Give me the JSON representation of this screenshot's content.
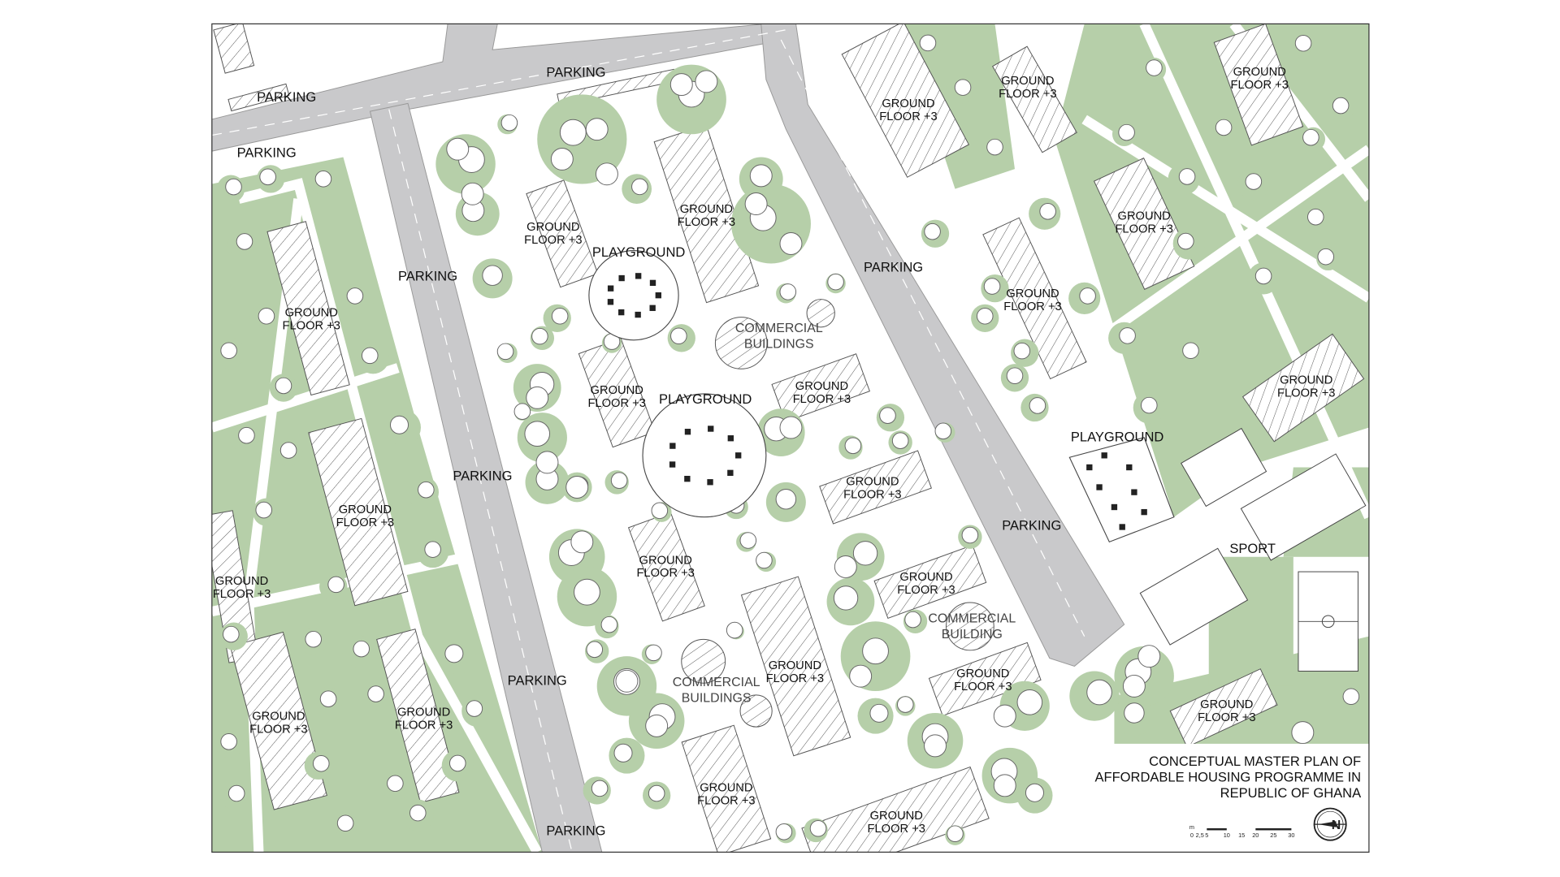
{
  "title": {
    "lines": [
      "CONCEPTUAL MASTER PLAN OF",
      "AFFORDABLE HOUSING PROGRAMME IN",
      "REPUBLIC OF GHANA"
    ]
  },
  "scale_bar": {
    "unit": "m",
    "ticks": [
      "0",
      "2,5",
      "5",
      "10",
      "15",
      "20",
      "25",
      "30"
    ]
  },
  "north_arrow": {
    "icon": "north-arrow-icon",
    "letter": "N"
  },
  "labels": {
    "parking": "PARKING",
    "ground": "GROUND",
    "floor": "FLOOR +3",
    "playground": "PLAYGROUND",
    "commercial": "COMMERCIAL",
    "buildings": "BUILDINGS",
    "building": "BUILDING",
    "sport": "SPORT"
  },
  "colors": {
    "green": "#b6cfa9",
    "road": "#c9c9cb",
    "hatch": "#555555",
    "frame": "#333333"
  }
}
